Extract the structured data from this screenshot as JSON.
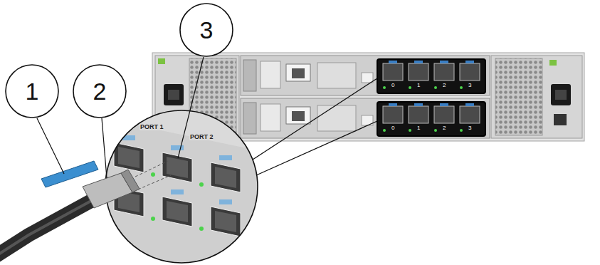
{
  "diagram": {
    "nodes": [
      {
        "text": [
          "1"
        ]
      },
      {
        "text": [
          "2"
        ]
      },
      {
        "text": [
          "3"
        ]
      }
    ],
    "labels": [
      "0",
      "1",
      "2",
      "3",
      "0",
      "1",
      "2",
      "3",
      "PORT 1",
      "PORT 2"
    ]
  }
}
